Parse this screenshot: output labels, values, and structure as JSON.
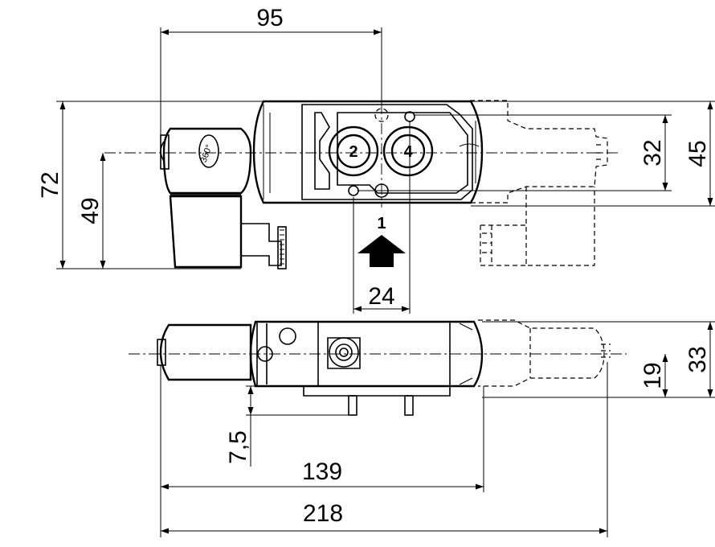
{
  "dimensions": {
    "d95": "95",
    "d72": "72",
    "d49": "49",
    "d32": "32",
    "d45": "45",
    "d24": "24",
    "d33": "33",
    "d19": "19",
    "d7_5": "7,5",
    "d139": "139",
    "d218": "218"
  },
  "ports": {
    "p2": "2",
    "p4": "4",
    "p1": "1"
  },
  "coil_rotation_label": "360°"
}
